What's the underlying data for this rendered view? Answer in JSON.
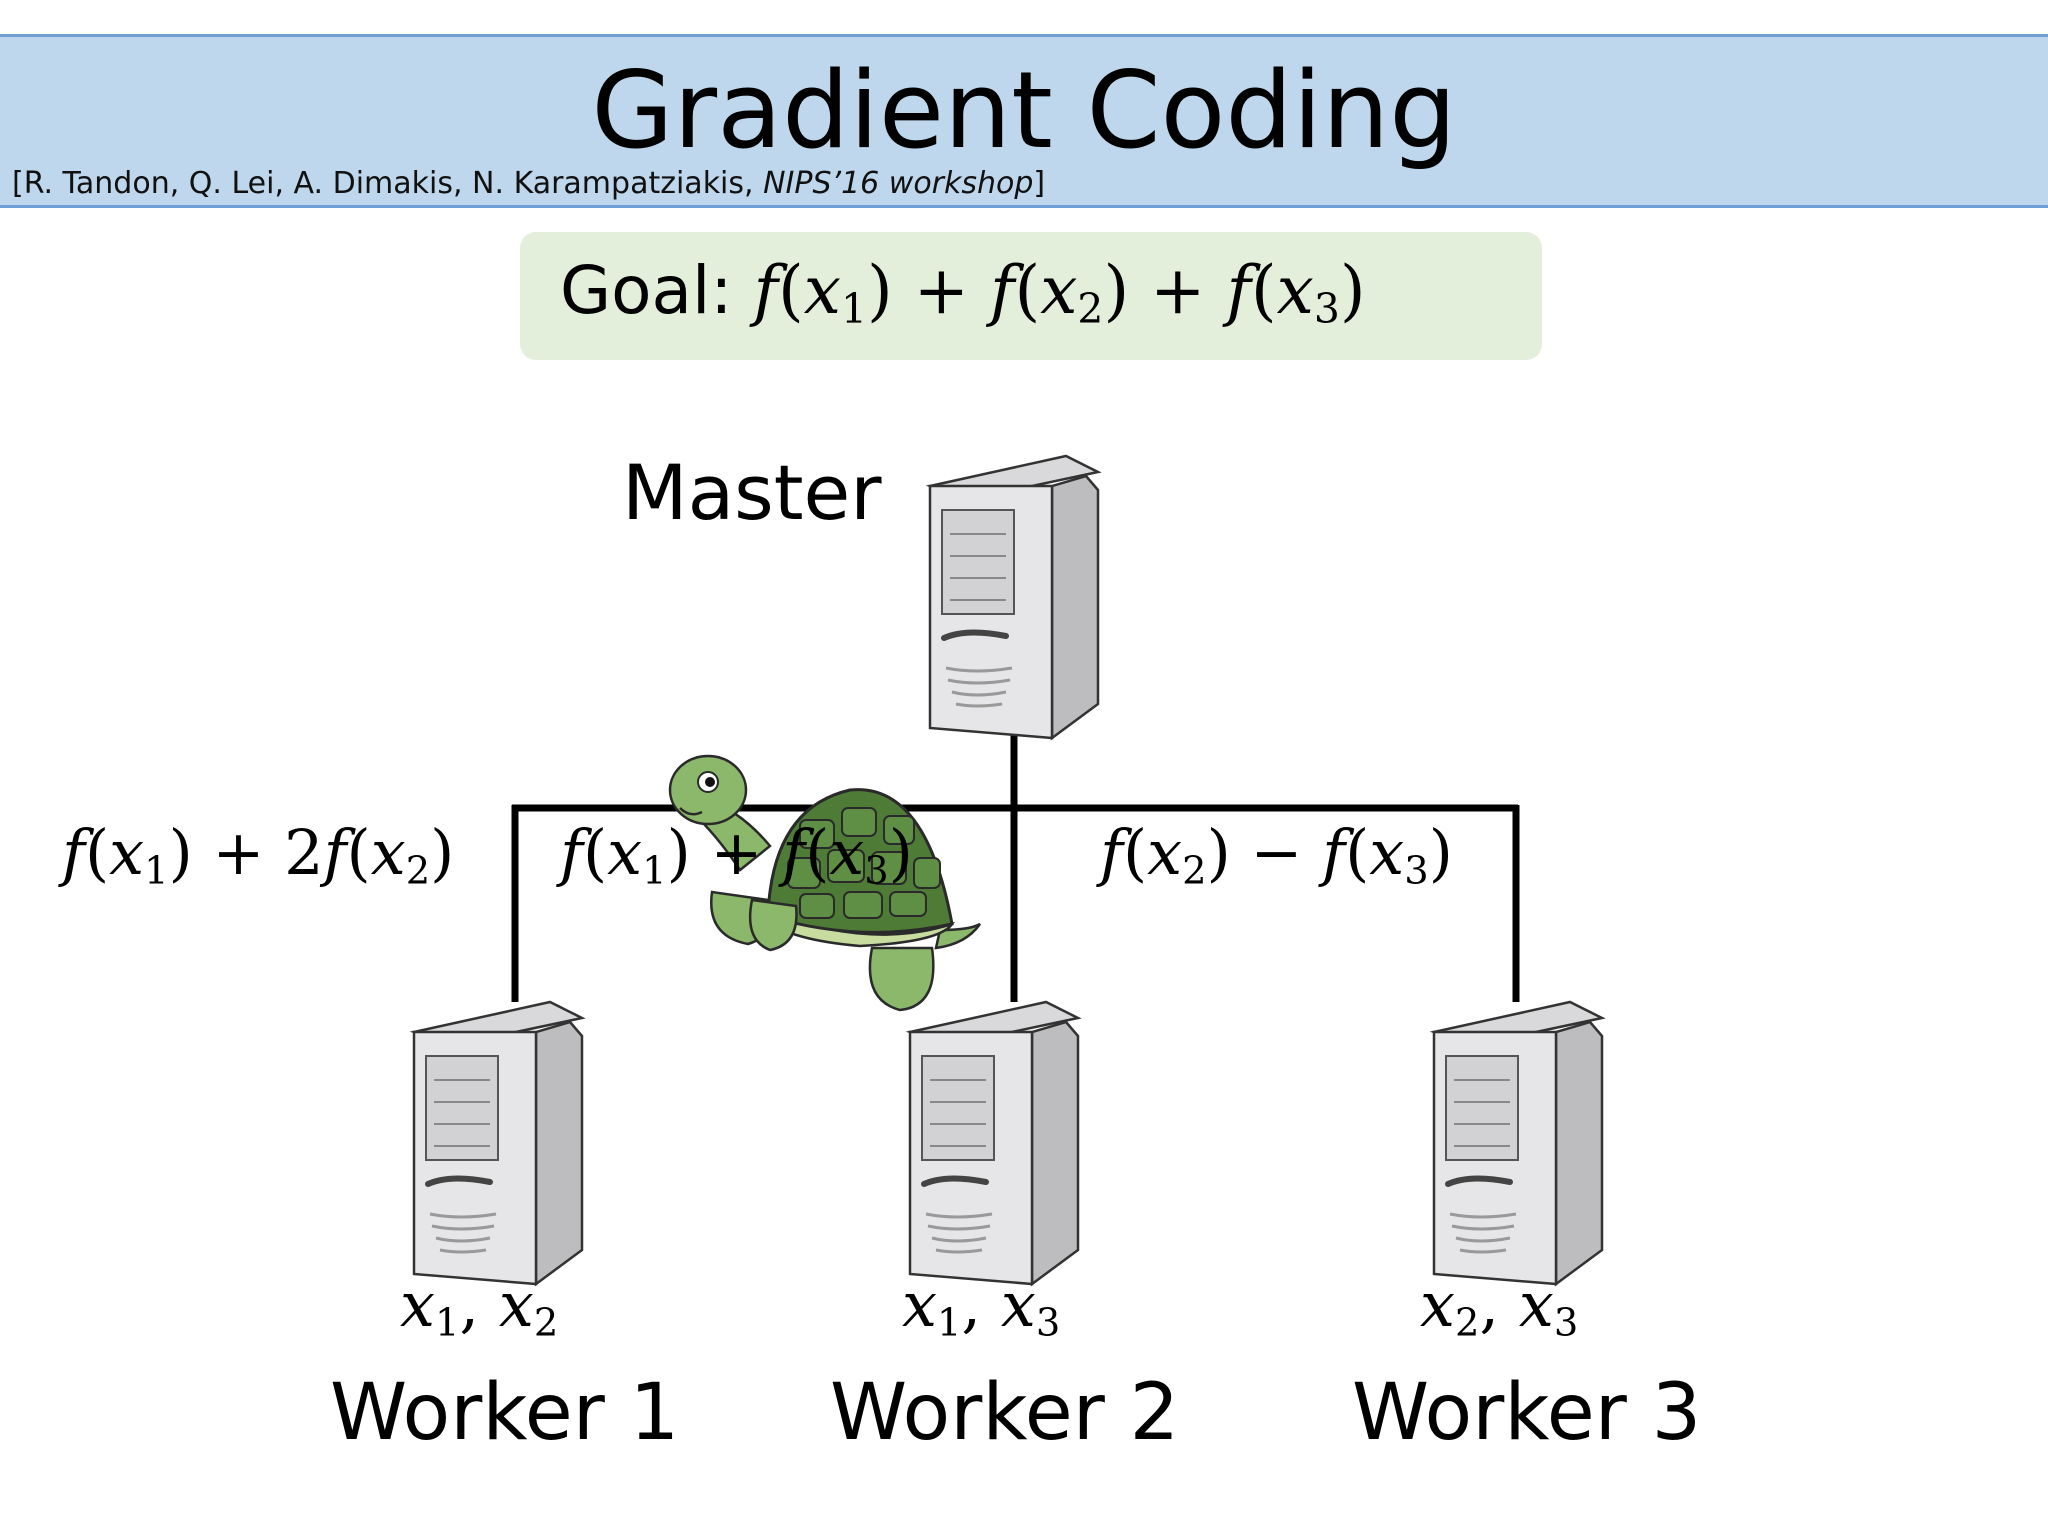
{
  "header": {
    "title": "Gradient Coding",
    "citation_authors": "[R. Tandon, Q. Lei, A. Dimakis, N. Karampatziakis, ",
    "citation_venue": "NIPS’16 workshop",
    "citation_close": "]"
  },
  "goal": {
    "label": "Goal:"
  },
  "master": {
    "label": "Master"
  },
  "workers": [
    {
      "label": "Worker 1",
      "edge_expr": "f(x1) + 2f(x2)",
      "data": "x1, x2"
    },
    {
      "label": "Worker 2",
      "edge_expr": "f(x1) + f(x3)",
      "data": "x1, x3"
    },
    {
      "label": "Worker 3",
      "edge_expr": "f(x2) − f(x3)",
      "data": "x2, x3"
    }
  ],
  "colors": {
    "header_bg": "#bed7ec",
    "header_rule": "#6f9fd4",
    "goal_bg": "#e3eedb",
    "server_light": "#e6e6e8",
    "server_dark": "#bdbdc0",
    "turtle_shell": "#4e7c36",
    "turtle_skin": "#8bb86a"
  }
}
